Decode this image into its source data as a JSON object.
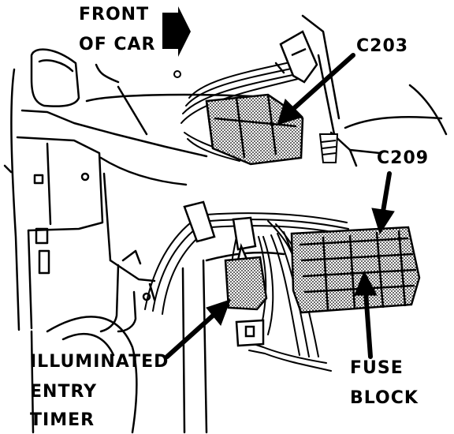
{
  "labels": {
    "front_line1": "FRONT",
    "front_line2": "OF CAR",
    "c203": "C203",
    "c209": "C209",
    "timer_line1": "ILLUMINATED",
    "timer_line2": "ENTRY",
    "timer_line3": "TIMER",
    "fuse_line1": "FUSE",
    "fuse_line2": "BLOCK"
  },
  "colors": {
    "ink": "#000000",
    "paper": "#ffffff",
    "shade": "#7a7a7a"
  }
}
